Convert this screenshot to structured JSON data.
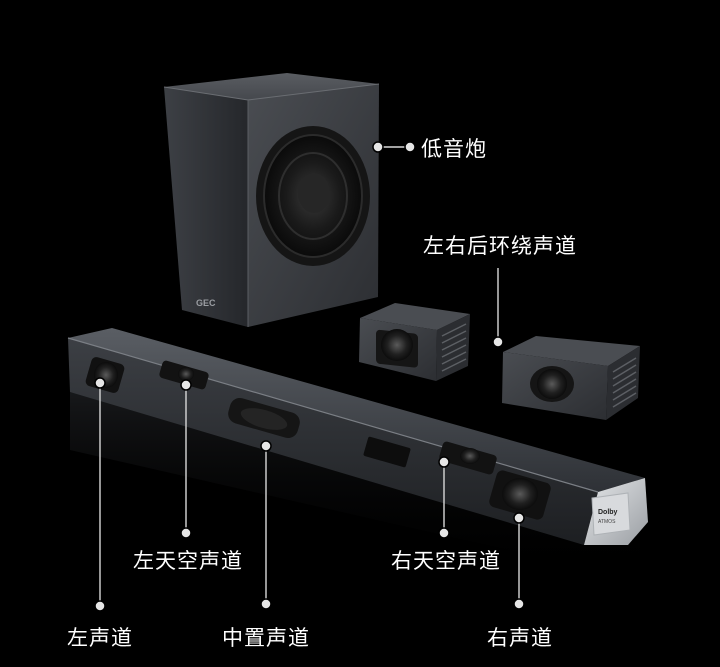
{
  "brand": {
    "subwoofer_logo": "GEC",
    "badge_logo": "Dolby",
    "badge_sub": "ATMOS"
  },
  "callouts": {
    "subwoofer": "低音炮",
    "rear_surround": "左右后环绕声道",
    "left_height": "左天空声道",
    "right_height": "右天空声道",
    "left": "左声道",
    "center": "中置声道",
    "right": "右声道"
  },
  "colors": {
    "background": "#000000",
    "label_text": "#ffffff",
    "leader_line": "#d8d8d8"
  }
}
